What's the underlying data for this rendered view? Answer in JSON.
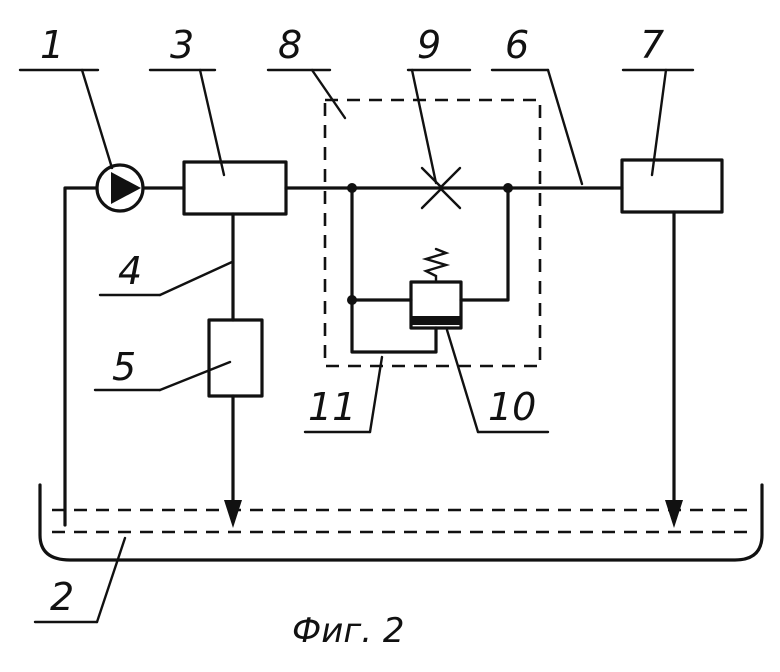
{
  "labels": {
    "pump": "1",
    "tank": "2",
    "block3": "3",
    "line4": "4",
    "block5": "5",
    "line6": "6",
    "block7": "7",
    "unit8": "8",
    "throttle9": "9",
    "valve10": "10",
    "line11": "11"
  },
  "caption": "Фиг. 2"
}
